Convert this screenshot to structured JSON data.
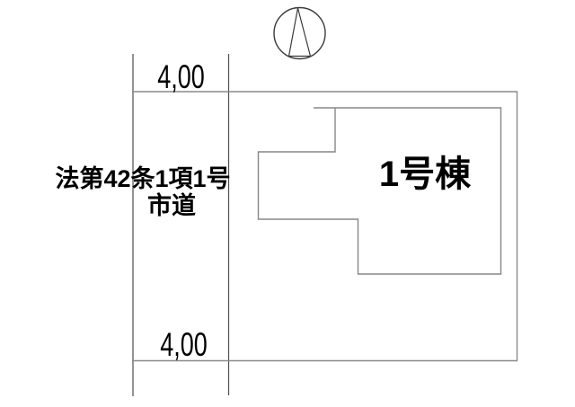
{
  "page": {
    "background": "#ffffff",
    "description_label": "site-plan-drawing"
  },
  "plan": {
    "building_label": "1号棟",
    "road_label_line1": "法第42条1項1号",
    "road_label_line2": "市道",
    "road_width_top": "4,00",
    "road_width_bottom": "4,00"
  },
  "icons": {
    "north_arrow": "north-arrow-icon"
  },
  "colors": {
    "text": "#000000",
    "road_line": "#4d4d4d",
    "parcel_line": "#8a8a8a",
    "building_line": "#878787",
    "compass_line": "#3a3a3a"
  }
}
